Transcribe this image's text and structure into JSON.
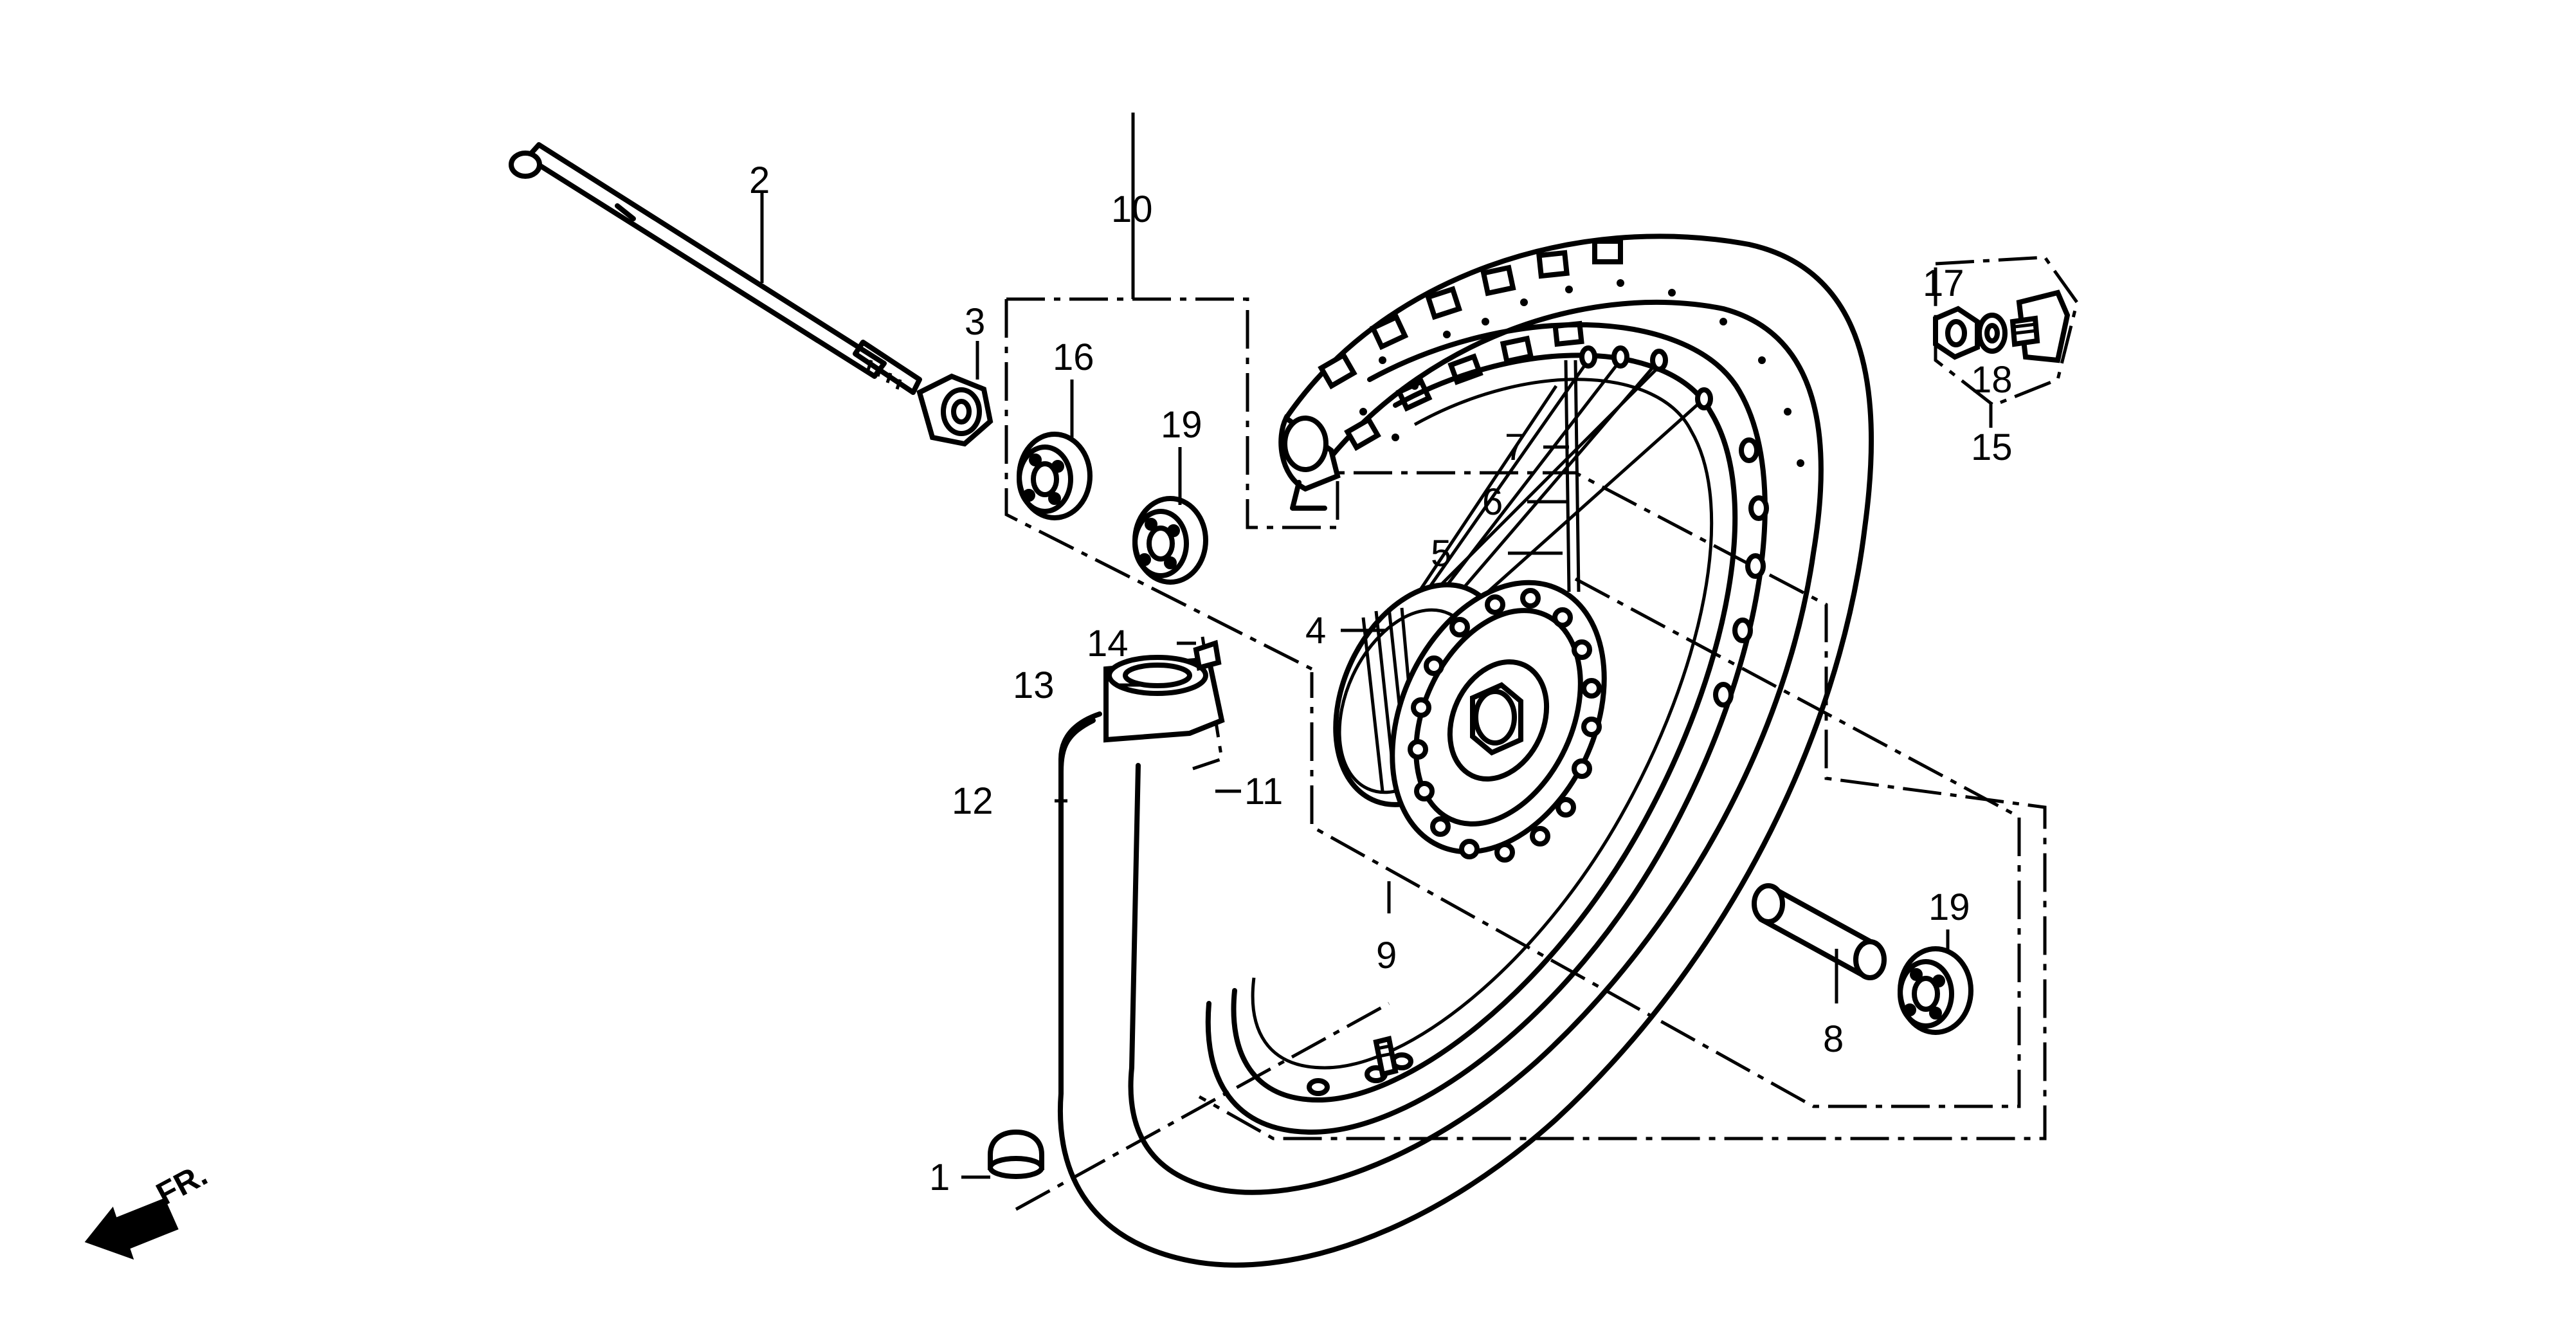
{
  "diagram": {
    "callouts": {
      "c1": "1",
      "c2": "2",
      "c3": "3",
      "c4": "4",
      "c5": "5",
      "c6": "6",
      "c7": "7",
      "c8": "8",
      "c9": "9",
      "c10": "10",
      "c11": "11",
      "c12": "12",
      "c13": "13",
      "c14": "14",
      "c15": "15",
      "c16": "16",
      "c17": "17",
      "c18": "18",
      "c19a": "19",
      "c19b": "19"
    },
    "direction_label": "FR."
  }
}
